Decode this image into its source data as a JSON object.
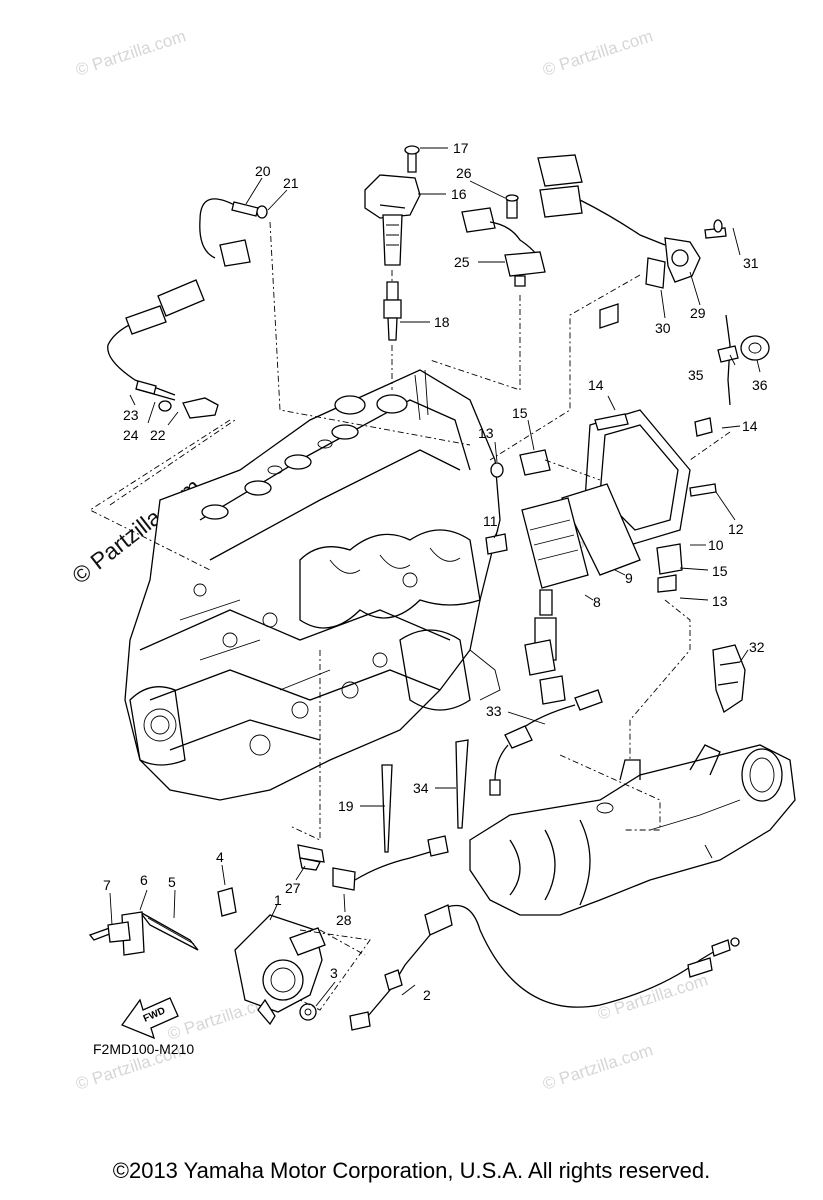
{
  "watermark": {
    "small": "© Partzilla.com",
    "large": "© Partzilla.com"
  },
  "drawing_code": "F2MD100-M210",
  "fwd_label": "FWD",
  "copyright": "©2013  Yamaha Motor Corporation, U.S.A. All rights reserved.",
  "callouts": {
    "c1": "1",
    "c2": "2",
    "c3": "3",
    "c4": "4",
    "c5": "5",
    "c6": "6",
    "c7": "7",
    "c8": "8",
    "c9": "9",
    "c10": "10",
    "c11": "11",
    "c12": "12",
    "c13a": "13",
    "c13b": "13",
    "c14a": "14",
    "c14b": "14",
    "c15a": "15",
    "c15b": "15",
    "c16": "16",
    "c17": "17",
    "c18": "18",
    "c19": "19",
    "c20": "20",
    "c21": "21",
    "c22": "22",
    "c23": "23",
    "c24": "24",
    "c25": "25",
    "c26": "26",
    "c27": "27",
    "c28": "28",
    "c29": "29",
    "c30": "30",
    "c31": "31",
    "c32": "32",
    "c33": "33",
    "c34": "34",
    "c35": "35",
    "c36": "36"
  }
}
